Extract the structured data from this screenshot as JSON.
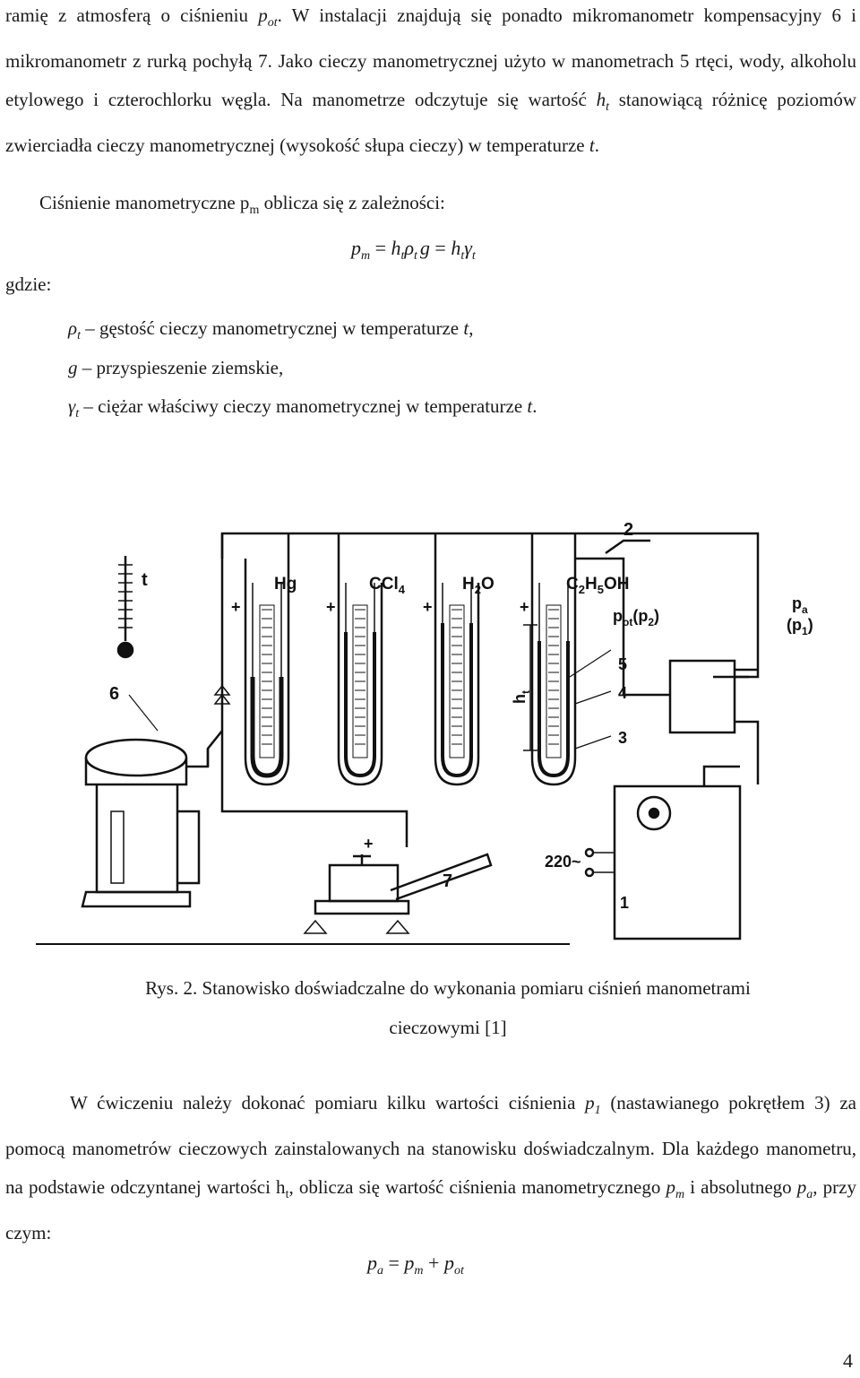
{
  "text": {
    "p1_line1": "ramię z atmosferą o ciśnieniu ",
    "p1_pot": "p",
    "p1_pot_sub": "ot",
    "p1_line1_rest": ". W instalacji znajdują się ponadto mikromanometr kompensacyjny 6 i mikromanometr z rurką pochyłą 7. Jako cieczy manometrycznej użyto w manometrach 5 rtęci, wody, alkoholu etylowego i czterochlorku węgla. Na manometrze odczytuje się wartość ",
    "p1_ht": "h",
    "p1_ht_sub": "t",
    "p1_rest2": " stanowiącą różnicę poziomów zwierciadła cieczy manometrycznej (wysokość słupa cieczy) w temperaturze ",
    "p1_t": "t",
    "p1_end": ".",
    "p2_a": "Ciśnienie manometryczne p",
    "p2_sub": "m",
    "p2_b": " oblicza się z zależności:",
    "gdzie": "gdzie:",
    "def1_sym": "ρ",
    "def1_sub": "t",
    "def1_text": " – gęstość cieczy manometrycznej w temperaturze ",
    "def1_t": "t",
    "def1_end": ",",
    "def2_sym": "g",
    "def2_text": " – przyspieszenie ziemskie,",
    "def3_sym": "γ",
    "def3_sub": "t",
    "def3_text": " – ciężar właściwy cieczy manometrycznej w temperaturze ",
    "def3_t": "t",
    "def3_end": ".",
    "caption_line1": "Rys. 2. Stanowisko doświadczalne do wykonania pomiaru ciśnień manometrami",
    "caption_line2": "cieczowymi [1]",
    "p3_a": "W ćwiczeniu należy dokonać pomiaru kilku wartości ciśnienia ",
    "p3_p1": "p",
    "p3_p1_sub": "1",
    "p3_b": " (nastawianego pokrętłem 3) za pomocą manometrów cieczowych zainstalowanych na stanowisku doświadczalnym. Dla każdego manometru, na podstawie odczyntanej wartości h",
    "p3_ht_sub": "t",
    "p3_c": ", oblicza się wartość ciśnienia manometrycznego ",
    "p3_pm": "p",
    "p3_pm_sub": "m",
    "p3_d": " i absolutnego ",
    "p3_pa": "p",
    "p3_pa_sub": "a",
    "p3_e": ", przy czym:",
    "page_number": "4"
  },
  "equations": {
    "eq1": {
      "p": "p",
      "p_sub": "m",
      "eq": " = ",
      "h1": "h",
      "h1_sub": "t",
      "rho": "ρ",
      "rho_sub": "t",
      "g": "g",
      "eq2": " = ",
      "h2": "h",
      "h2_sub": "t",
      "gamma": "γ",
      "gamma_sub": "t"
    },
    "eq2": {
      "pa": "p",
      "pa_sub": "a",
      "eq": " = ",
      "pm": "p",
      "pm_sub": "m",
      "plus": " + ",
      "pot": "p",
      "pot_sub": "ot"
    }
  },
  "figure_labels": {
    "hg": "Hg",
    "ccl": "CCl",
    "ccl_sub": "4",
    "h2o_h": "H",
    "h2o_sub": "2",
    "h2o_o": "O",
    "ethanol": "C",
    "eth_sub1": "2",
    "eth_h": "H",
    "eth_sub2": "5",
    "eth_oh": "OH",
    "t": "t",
    "pot": "p",
    "pot_sub": "ot",
    "pot_paren": "(p",
    "pot_paren_sub": "2",
    "pot_close": ")",
    "pa": "p",
    "pa_sub": "a",
    "p1": "(p",
    "p1_sub": "1",
    "p1_close": ")",
    "ht": "h",
    "ht_sub": "t",
    "n2": "2",
    "n5": "5",
    "n4": "4",
    "n3": "3",
    "n6": "6",
    "n7": "7",
    "n1": "1",
    "v220": "220~",
    "plus": "+"
  }
}
